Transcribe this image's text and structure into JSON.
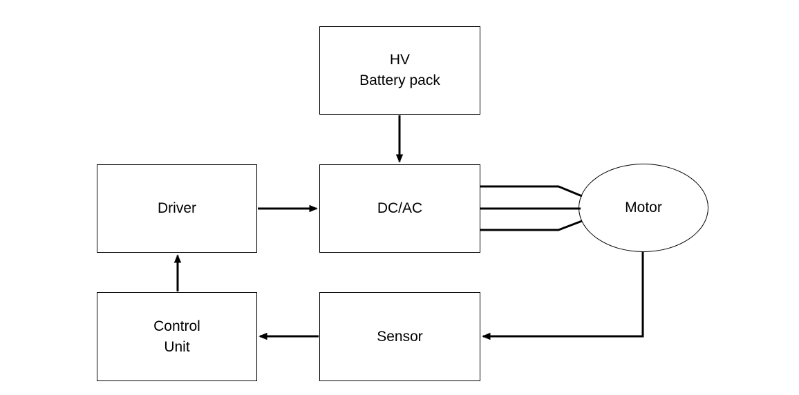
{
  "nodes": {
    "battery": {
      "label": "HV\nBattery pack",
      "shape": "rectangle"
    },
    "driver": {
      "label": "Driver",
      "shape": "rectangle"
    },
    "dcac": {
      "label": "DC/AC",
      "shape": "rectangle"
    },
    "motor": {
      "label": "Motor",
      "shape": "ellipse"
    },
    "control_unit": {
      "label": "Control\nUnit",
      "shape": "rectangle"
    },
    "sensor": {
      "label": "Sensor",
      "shape": "rectangle"
    }
  },
  "edges": [
    {
      "from": "battery",
      "to": "dcac",
      "type": "arrow",
      "direction": "down"
    },
    {
      "from": "driver",
      "to": "dcac",
      "type": "arrow",
      "direction": "right"
    },
    {
      "from": "dcac",
      "to": "motor",
      "type": "three-phase-lines",
      "direction": "right"
    },
    {
      "from": "motor",
      "to": "sensor",
      "type": "arrow",
      "direction": "down-then-left"
    },
    {
      "from": "sensor",
      "to": "control_unit",
      "type": "arrow",
      "direction": "left"
    },
    {
      "from": "control_unit",
      "to": "driver",
      "type": "arrow",
      "direction": "up"
    }
  ],
  "colors": {
    "background": "#ffffff",
    "node_fill": "#ffffff",
    "node_border": "#000000",
    "line": "#000000",
    "text": "#000000"
  }
}
